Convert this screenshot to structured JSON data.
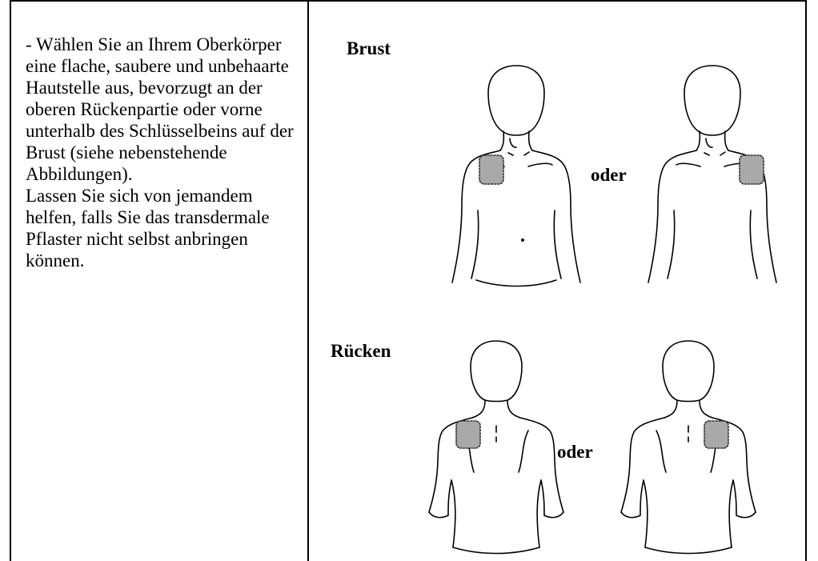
{
  "instruction": {
    "paragraph1": "- Wählen Sie an Ihrem Oberkörper eine flache, saubere und unbehaarte Hautstelle aus, bevorzugt an der oberen Rückenpartie oder vorne unterhalb des Schlüsselbeins auf der Brust (siehe nebenstehende Abbildungen).",
    "paragraph2": "Lassen Sie sich von jemandem helfen, falls Sie das transdermale Pflaster nicht selbst anbringen können."
  },
  "figures": {
    "front_label": "Brust",
    "back_label": "Rücken",
    "or_front": "oder",
    "or_back": "oder"
  },
  "colors": {
    "patch_fill": "#a9a9a9",
    "outline": "#000000"
  }
}
